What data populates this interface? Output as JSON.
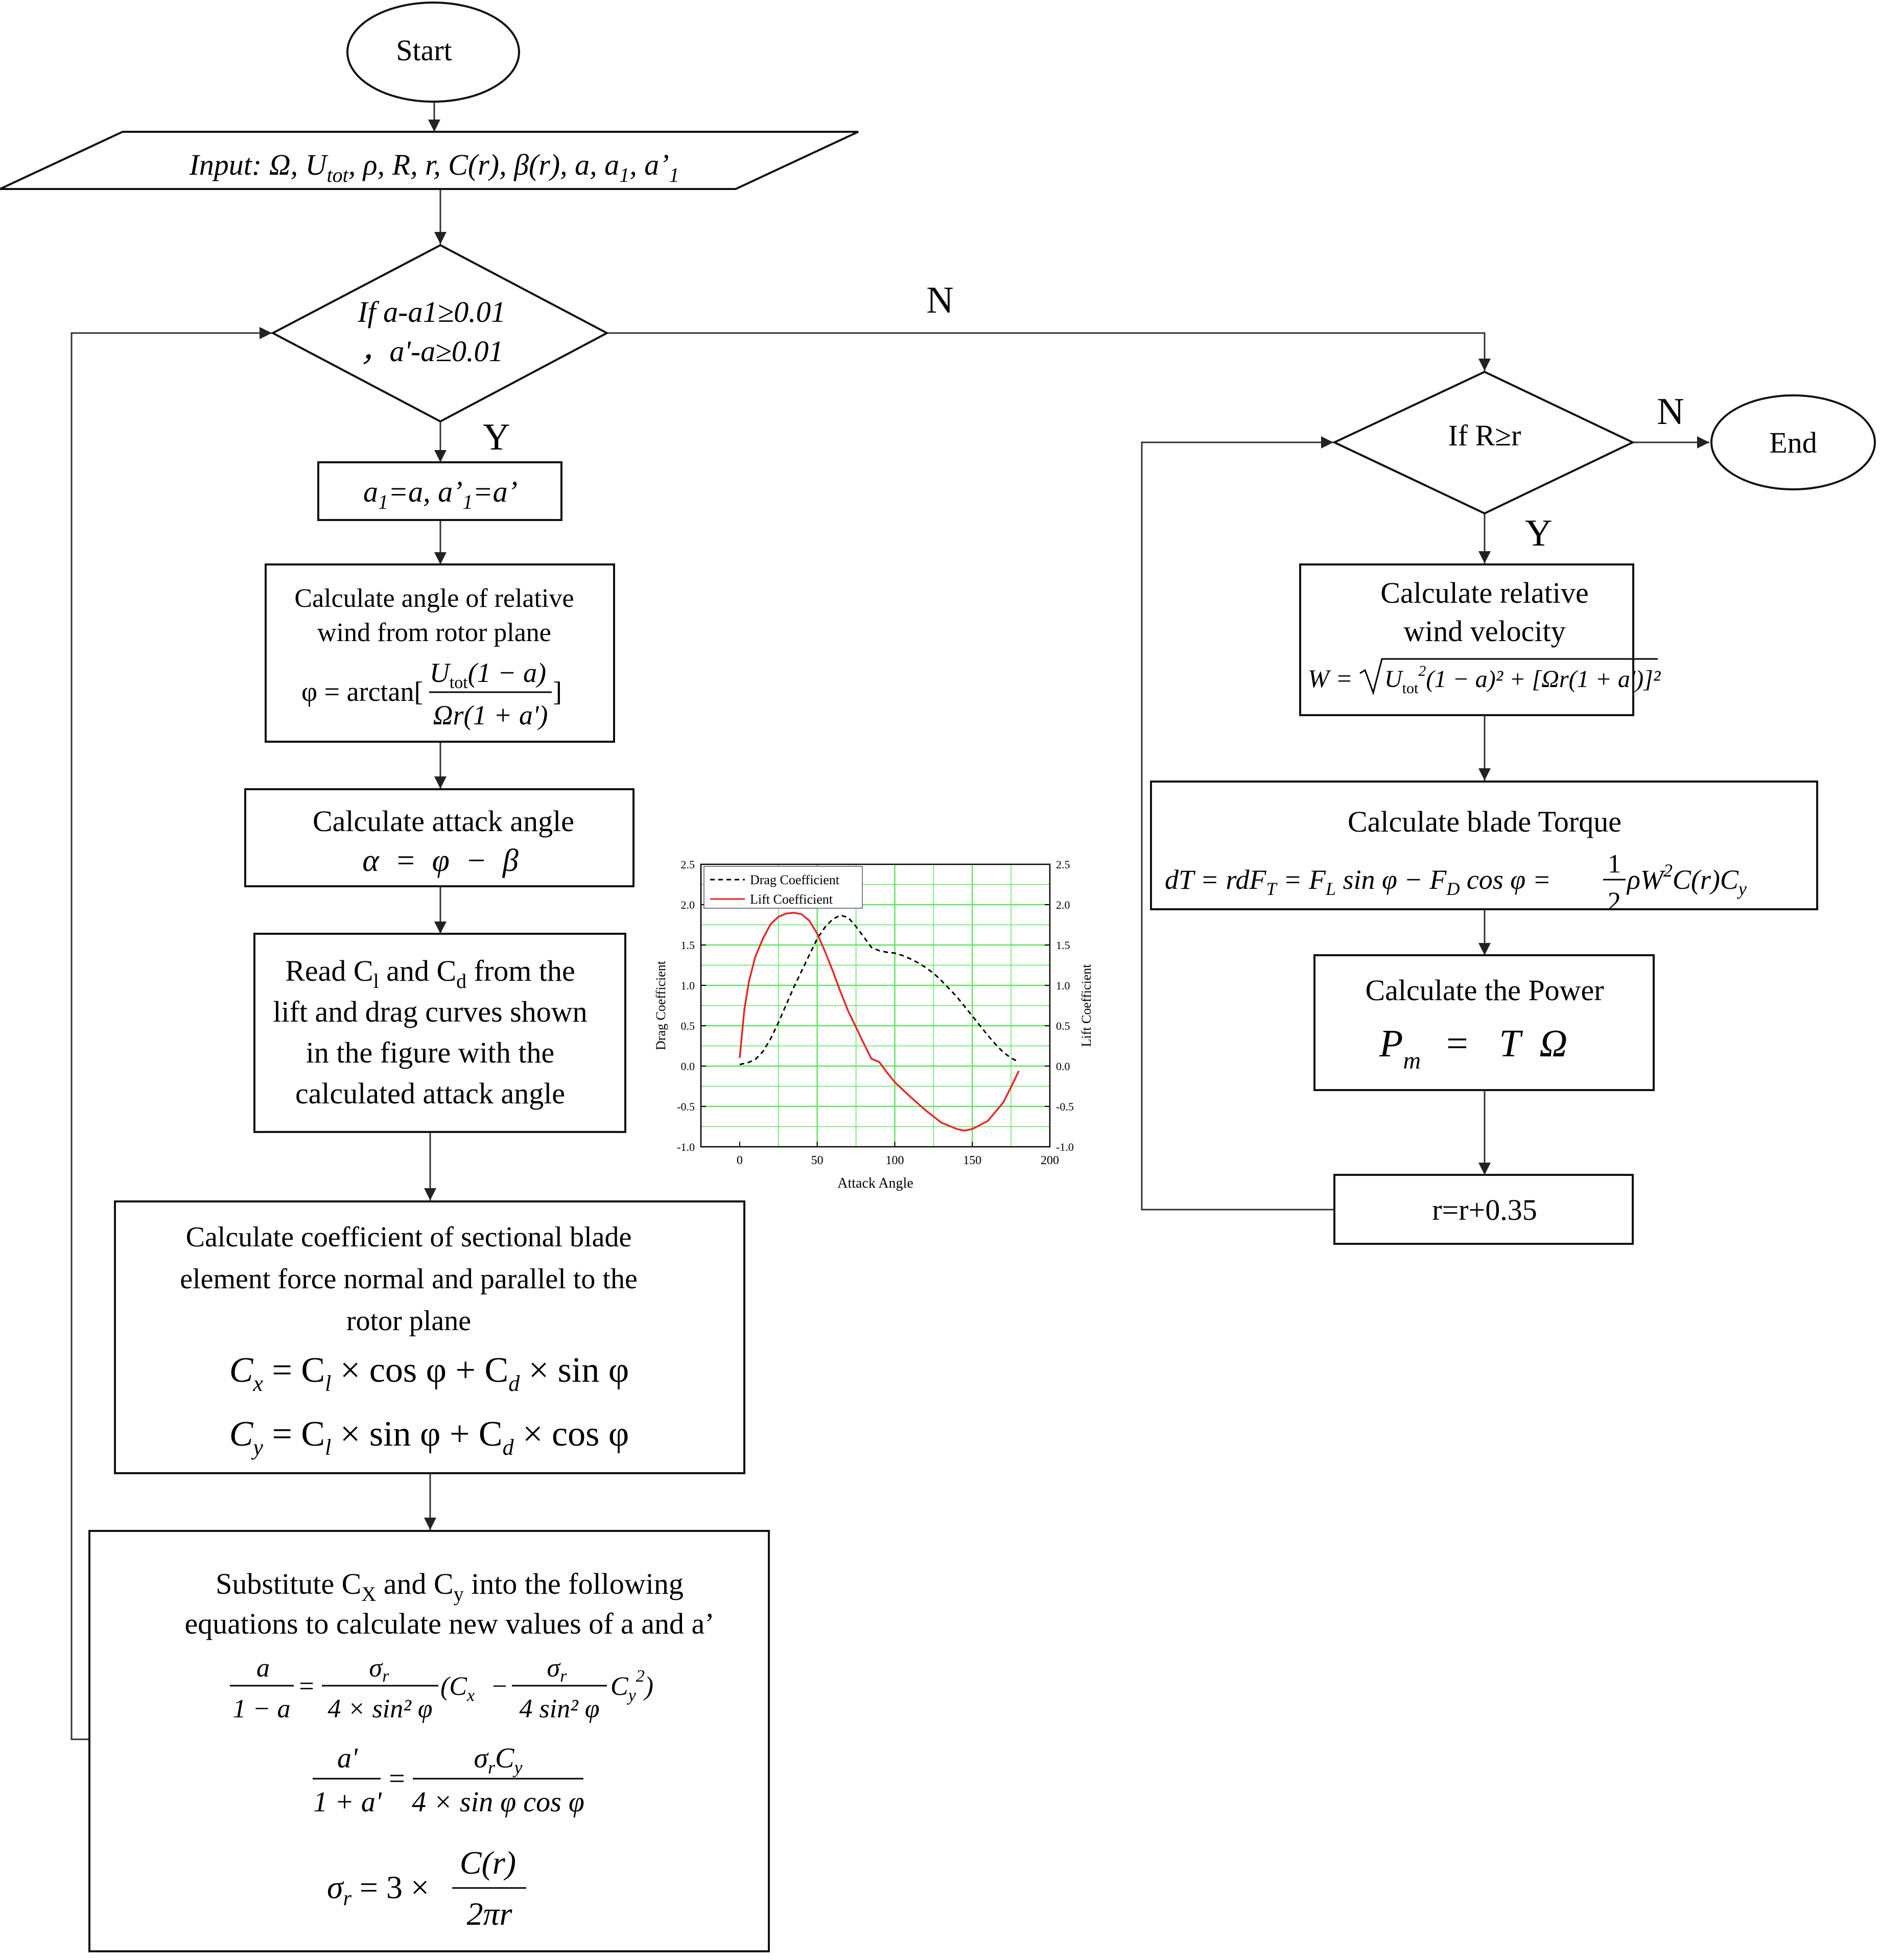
{
  "flowchart": {
    "start": "Start",
    "end": "End",
    "input_prefix": "Input: Ω, U",
    "input_sub_tot": "tot",
    "input_mid": ", ρ, R, r, C(r), β(r), a, a",
    "input_sub_1a": "1",
    "input_mid2": ", a’",
    "input_sub_1b": "1",
    "decision1_line1": "If a-a1≥0.01",
    "decision1_line2": "，a'-a≥0.01",
    "decision1_yes": "Y",
    "decision1_no": "N",
    "assign_a1": "a",
    "assign_sub1": "1",
    "assign_mid": "=a, a’",
    "assign_sub2": "1",
    "assign_end": "=a’",
    "phi_line1": "Calculate angle of relative",
    "phi_line2": "wind from rotor plane",
    "phi_lhs": "φ = arctan[",
    "phi_num": "U",
    "phi_num_sub": "tot",
    "phi_num_rest": "(1 − a)",
    "phi_den": "Ωr(1 + a')",
    "phi_rb": "]",
    "attack_title": "Calculate attack angle",
    "attack_formula": "α  =  φ  −  β",
    "read_line1_a": "Read C",
    "read_line1_sub1": "l",
    "read_line1_b": " and C",
    "read_line1_sub2": "d",
    "read_line1_c": " from the",
    "read_line2": "lift and drag curves shown",
    "read_line3": "in the figure with the",
    "read_line4": "calculated attack angle",
    "coef_line1": "Calculate coefficient of sectional blade",
    "coef_line2": "element force normal and parallel to the",
    "coef_line3": "rotor plane",
    "coef_cx": "C",
    "coef_cx_sub": "x",
    "coef_cx_rhs_a": " = C",
    "coef_cx_sub_l": "l",
    "coef_cx_rhs_b": " × cos φ + C",
    "coef_cx_sub_d": "d",
    "coef_cx_rhs_c": " × sin φ",
    "coef_cy": "C",
    "coef_cy_sub": "y",
    "coef_cy_rhs_a": " = C",
    "coef_cy_sub_l": "l",
    "coef_cy_rhs_b": " × sin φ + C",
    "coef_cy_sub_d": "d",
    "coef_cy_rhs_c": " × cos φ",
    "sub_line1_a": "Substitute C",
    "sub_line1_sub1": "X",
    "sub_line1_b": " and C",
    "sub_line1_sub2": "y",
    "sub_line1_c": " into the following",
    "sub_line2": "equations to calculate new values of a and a’",
    "eq1_lhs_num": "a",
    "eq1_lhs_den": "1 − a",
    "eq1_eq": "=",
    "eq1_f1_num": "σ",
    "eq1_f1_num_sub": "r",
    "eq1_f1_den": "4 × sin² φ",
    "eq1_paren_a": "(C",
    "eq1_paren_sub": "x",
    "eq1_minus": "−",
    "eq1_f2_num": "σ",
    "eq1_f2_num_sub": "r",
    "eq1_f2_den": "4 sin² φ",
    "eq1_tail": "C",
    "eq1_tail_sub": "y",
    "eq1_tail_sup": "2",
    "eq1_close": ")",
    "eq2_lhs_num": "a'",
    "eq2_lhs_den": "1 + a'",
    "eq2_eq": "=",
    "eq2_rhs_num": "σ",
    "eq2_rhs_num_sub": "r",
    "eq2_rhs_num_c": "C",
    "eq2_rhs_num_c_sub": "y",
    "eq2_rhs_den": "4 × sin φ cos φ",
    "eq3_lhs": "σ",
    "eq3_lhs_sub": "r",
    "eq3_mid": " = 3 × ",
    "eq3_num": "C(r)",
    "eq3_den": "2πr",
    "decision2": "If R≥r",
    "decision2_yes": "Y",
    "decision2_no": "N",
    "w_line1": "Calculate relative",
    "w_line2": "wind velocity",
    "w_formula_a": "W = ",
    "w_formula_b": "U",
    "w_formula_sub": "tot",
    "w_formula_sup": "2",
    "w_formula_c": "(1 − a)² + [Ωr(1 + a')]²",
    "torque_title": "Calculate blade Torque",
    "torque_a": "dT = rdF",
    "torque_sub_T": "T",
    "torque_b": " = F",
    "torque_sub_L": "L",
    "torque_c": " sin φ − F",
    "torque_sub_D": "D",
    "torque_d": " cos φ = ",
    "torque_frac_num": "1",
    "torque_frac_den": "2",
    "torque_e": " ρW",
    "torque_sup": "2",
    "torque_f": "C(r)C",
    "torque_sub_y": "y",
    "power_title": "Calculate the Power",
    "power_p": "P",
    "power_sub": "m",
    "power_rest": "=   T  Ω",
    "increment": "r=r+0.35"
  },
  "chart_data": {
    "type": "line",
    "xlabel": "Attack Angle",
    "ylabel": "Drag Coefficient",
    "y2label": "Lift Coefficient",
    "xlim": [
      -25,
      200
    ],
    "ylim": [
      -1.0,
      2.5
    ],
    "xticks": [
      0,
      50,
      100,
      150,
      200
    ],
    "yticks": [
      -1.0,
      -0.5,
      0.0,
      0.5,
      1.0,
      1.5,
      2.0,
      2.5
    ],
    "x_tick_labels": [
      "0",
      "50",
      "100",
      "150",
      "200"
    ],
    "y_tick_labels": [
      "-1.0",
      "-0.5",
      "0.0",
      "0.5",
      "1.0",
      "1.5",
      "2.0",
      "2.5"
    ],
    "grid": true,
    "grid_color": "#5ee45e",
    "legend_position": "top-left",
    "series": [
      {
        "name": "Drag Coefficient",
        "color": "#000000",
        "style": "dashed",
        "x": [
          0,
          5,
          10,
          15,
          20,
          25,
          30,
          35,
          40,
          45,
          50,
          55,
          60,
          65,
          70,
          75,
          80,
          85,
          90,
          95,
          100,
          105,
          110,
          115,
          120,
          125,
          130,
          135,
          140,
          145,
          150,
          155,
          160,
          165,
          170,
          175,
          180
        ],
        "y": [
          0.02,
          0.04,
          0.08,
          0.18,
          0.34,
          0.54,
          0.76,
          0.98,
          1.18,
          1.38,
          1.58,
          1.72,
          1.82,
          1.87,
          1.84,
          1.73,
          1.6,
          1.47,
          1.43,
          1.41,
          1.4,
          1.37,
          1.33,
          1.28,
          1.22,
          1.15,
          1.06,
          0.96,
          0.86,
          0.74,
          0.62,
          0.5,
          0.38,
          0.27,
          0.17,
          0.1,
          0.05
        ]
      },
      {
        "name": "Lift Coefficient",
        "color": "#e8262a",
        "style": "solid",
        "x": [
          0,
          3,
          6,
          10,
          15,
          20,
          25,
          30,
          35,
          40,
          45,
          50,
          55,
          60,
          65,
          70,
          75,
          80,
          85,
          90,
          95,
          100,
          110,
          120,
          130,
          140,
          145,
          150,
          160,
          170,
          175,
          180
        ],
        "y": [
          0.1,
          0.7,
          1.05,
          1.35,
          1.58,
          1.76,
          1.85,
          1.89,
          1.9,
          1.88,
          1.8,
          1.64,
          1.42,
          1.18,
          0.92,
          0.68,
          0.48,
          0.28,
          0.09,
          0.05,
          -0.08,
          -0.2,
          -0.38,
          -0.55,
          -0.7,
          -0.78,
          -0.8,
          -0.78,
          -0.68,
          -0.45,
          -0.26,
          -0.06
        ]
      }
    ]
  }
}
